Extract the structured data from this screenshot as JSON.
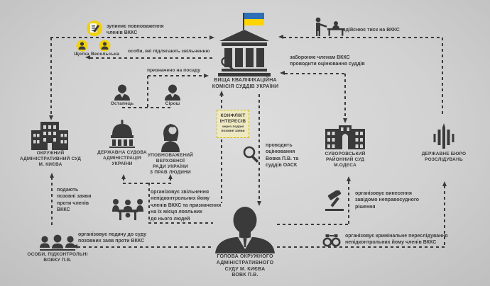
{
  "colors": {
    "dark": "#3a3a3a",
    "background": "#d2d2d2",
    "highlight_yellow": "#f0d10c",
    "flag_blue": "#2f6fb5",
    "flag_yellow": "#ffd500"
  },
  "entities": {
    "vkks": {
      "label": "ВИЩА КВАЛІФІКАЦІЙНА\nКОМІСІЯ СУДДІВ УКРАЇНИ"
    },
    "oask": {
      "label": "ОКРУЖНИЙ\nАДМІНІСТРАТИВНИЙ СУД\nМ. КИЄВА"
    },
    "ostapets": {
      "label": "Остапець"
    },
    "sirosh": {
      "label": "Сірош"
    },
    "dsa": {
      "label": "ДЕРЖАВНА СУДОВА\nАДМІНІСТРАЦІЯ\nУКРАЇНИ"
    },
    "ombudsman": {
      "label": "УПОВНОВАЖЕНИЙ\nВЕРХОВНОЇ\nРАДИ УКРАЇНИ\nЗ ПРАВ ЛЮДИНИ"
    },
    "suvorov": {
      "label": "СУВОРОВСЬКИЙ\nРАЙОННИЙ СУД\nМ.ОДЕСА"
    },
    "dbr": {
      "label": "ДЕРЖАВНЕ БЮРО\nРОЗСЛІДУВАНЬ"
    },
    "vovk": {
      "label": "ГОЛОВА ОКРУЖНОГО\nАДМІНІСТРАТИВНОГО\nСУДУ М. КИЄВА\nВОВК П.В."
    },
    "persons": {
      "label": "ОСОБИ, ПІДКОНТРОЛЬНІ\nВОВКУ П.В."
    },
    "shchotka": {
      "label": "Щотка"
    },
    "veselska": {
      "label": "Весельська"
    }
  },
  "conflict_box": {
    "title": "КОНФЛІКТ\nІНТЕРЕСІВ",
    "subtitle": "через подані\nпозовні заяви"
  },
  "annotations": {
    "suspend": "зупиняє повноваження\nчленів ВККС",
    "dismissal_persons": "особи, які підлягають звільненню",
    "appointed": "призначено на посаду",
    "pressure": "здійснює тиск на ВККС",
    "bans": "забороняє членам ВККС\nпроводити оцінювання суддів",
    "evaluates": "проводить\nоцінювання\nВовка П.В. та\nсуддів ОАСК",
    "lawsuits": "подають\nпозовні заяви\nпроти членів\nВККС",
    "organizes_lawsuits": "організовує подачу до суду\nпозовних заяв проти ВККС",
    "organizes_dismissal": "організовує звільнення\nнепідконтрольних йому\nчленів ВККС та призначення\nна їх місця лояльних\nдо нього людей",
    "organizes_ruling": "організовує винесення\nзавідомо неправосудного\nрішення",
    "organizes_prosecution": "організовує кримінальне переслідування\nнепідконтрольних йому членів ВККС"
  }
}
